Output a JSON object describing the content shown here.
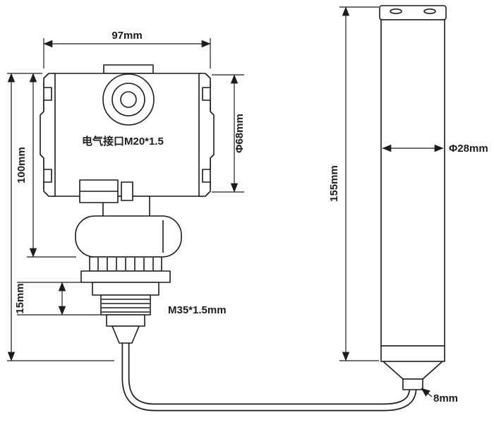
{
  "colors": {
    "line": "#1c1c1c",
    "background": "#ffffff"
  },
  "transmitter": {
    "dim_width": "97mm",
    "dim_height": "100mm",
    "dim_flange": "15mm",
    "dim_body_diameter": "Φ68mm",
    "label_electrical": "电气接口M20*1.5",
    "label_thread": "M35*1.5mm"
  },
  "probe": {
    "dim_length": "155mm",
    "dim_diameter": "Φ28mm",
    "dim_cable": "8mm"
  }
}
